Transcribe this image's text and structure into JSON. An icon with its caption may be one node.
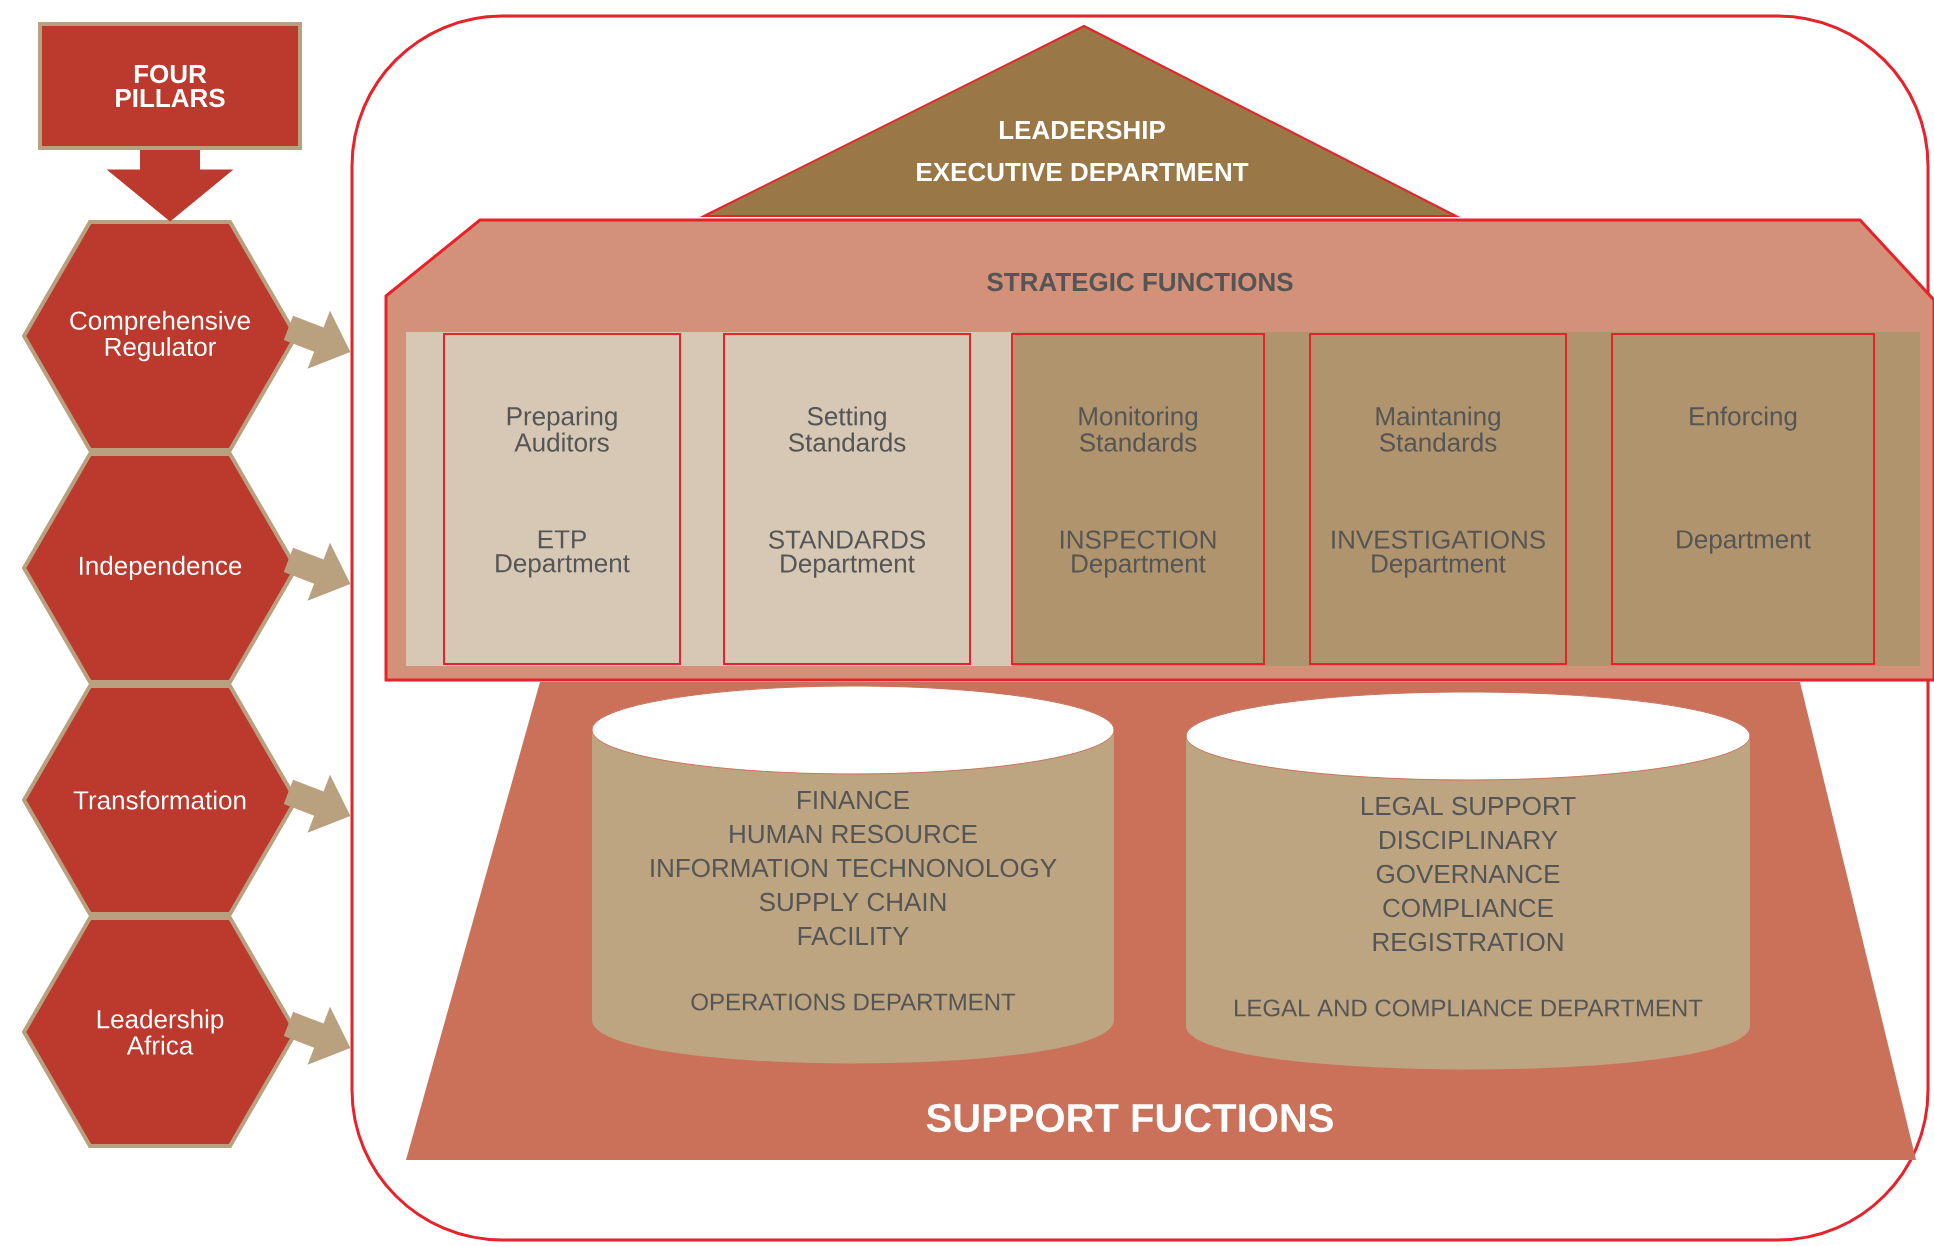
{
  "diagram": {
    "nodes": [
      {
        "text": [
          "FOUR PILLARS"
        ]
      },
      {
        "text": [
          "Comprehensive Regulator"
        ]
      },
      {
        "text": [
          "Independence"
        ]
      },
      {
        "text": [
          "Transformation"
        ]
      },
      {
        "text": [
          "Leadership Africa"
        ]
      },
      {
        "text": [],
        "shape": "box"
      },
      {
        "text": [
          "LEADERSHIP",
          "EXECUTIVE DEPARTMENT"
        ],
        "in": 5
      },
      {
        "text": [
          "STRATEGIC FUNCTIONS"
        ],
        "in": 5
      },
      {
        "text": [
          "Preparing Auditors",
          "ETP Department"
        ],
        "in": 7
      },
      {
        "text": [
          "Setting Standards",
          "STANDARDS Department"
        ],
        "in": 7
      },
      {
        "text": [
          "Monitoring Standards",
          "INSPECTION Department"
        ],
        "in": 7
      },
      {
        "text": [
          "Maintaning Standards",
          "INVESTIGATIONS Department"
        ],
        "in": 7
      },
      {
        "text": [
          "Enforcing",
          "Department"
        ],
        "in": 7
      },
      {
        "text": [
          "SUPPORT FUCTIONS"
        ],
        "in": 5
      },
      {
        "text": [
          "FINANCE",
          "HUMAN RESOURCE",
          "INFORMATION TECHNONOLOGY",
          "SUPPLY CHAIN",
          "FACILITY",
          "OPERATIONS DEPARTMENT"
        ],
        "in": 13
      },
      {
        "text": [
          "LEGAL SUPPORT",
          "DISCIPLINARY",
          "GOVERNANCE",
          "COMPLIANCE",
          "REGISTRATION",
          "LEGAL AND COMPLIANCE DEPARTMENT"
        ],
        "in": 13
      }
    ],
    "edges": [
      {
        "from": 0,
        "to": 1,
        "arrow": "to",
        "style": "thick",
        "color": "#bc3a2d"
      },
      {
        "from": 1,
        "to": 5,
        "arrow": "to"
      },
      {
        "from": 2,
        "to": 5,
        "arrow": "to"
      },
      {
        "from": 3,
        "to": 5,
        "arrow": "to"
      },
      {
        "from": 4,
        "to": 5,
        "arrow": "to"
      }
    ]
  }
}
